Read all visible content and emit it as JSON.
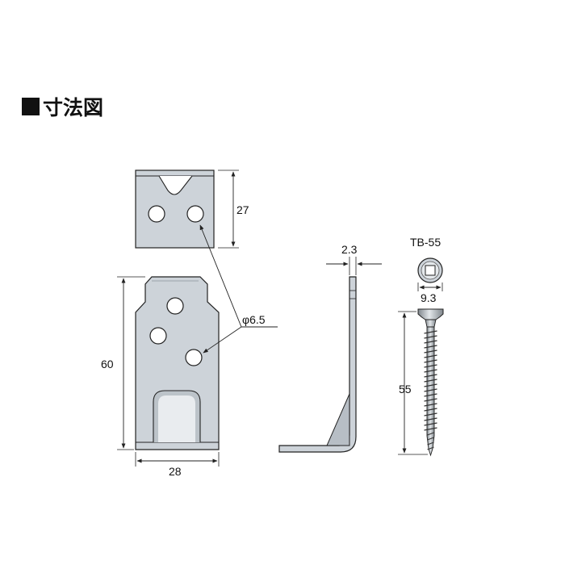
{
  "title": {
    "text": "寸法図",
    "bullet": "square-bullet"
  },
  "colors": {
    "metal": "#cdd3d9",
    "metal_dark": "#9aa3ab",
    "line": "#222222",
    "hole": "#ffffff",
    "background": "#ffffff"
  },
  "dimensions": {
    "top_plate_height": "27",
    "main_plate_height": "60",
    "main_plate_width": "28",
    "hole_diameter": "φ6.5",
    "thickness": "2.3",
    "screw_head_diameter": "9.3",
    "screw_length": "55"
  },
  "screw": {
    "label": "TB-55"
  }
}
